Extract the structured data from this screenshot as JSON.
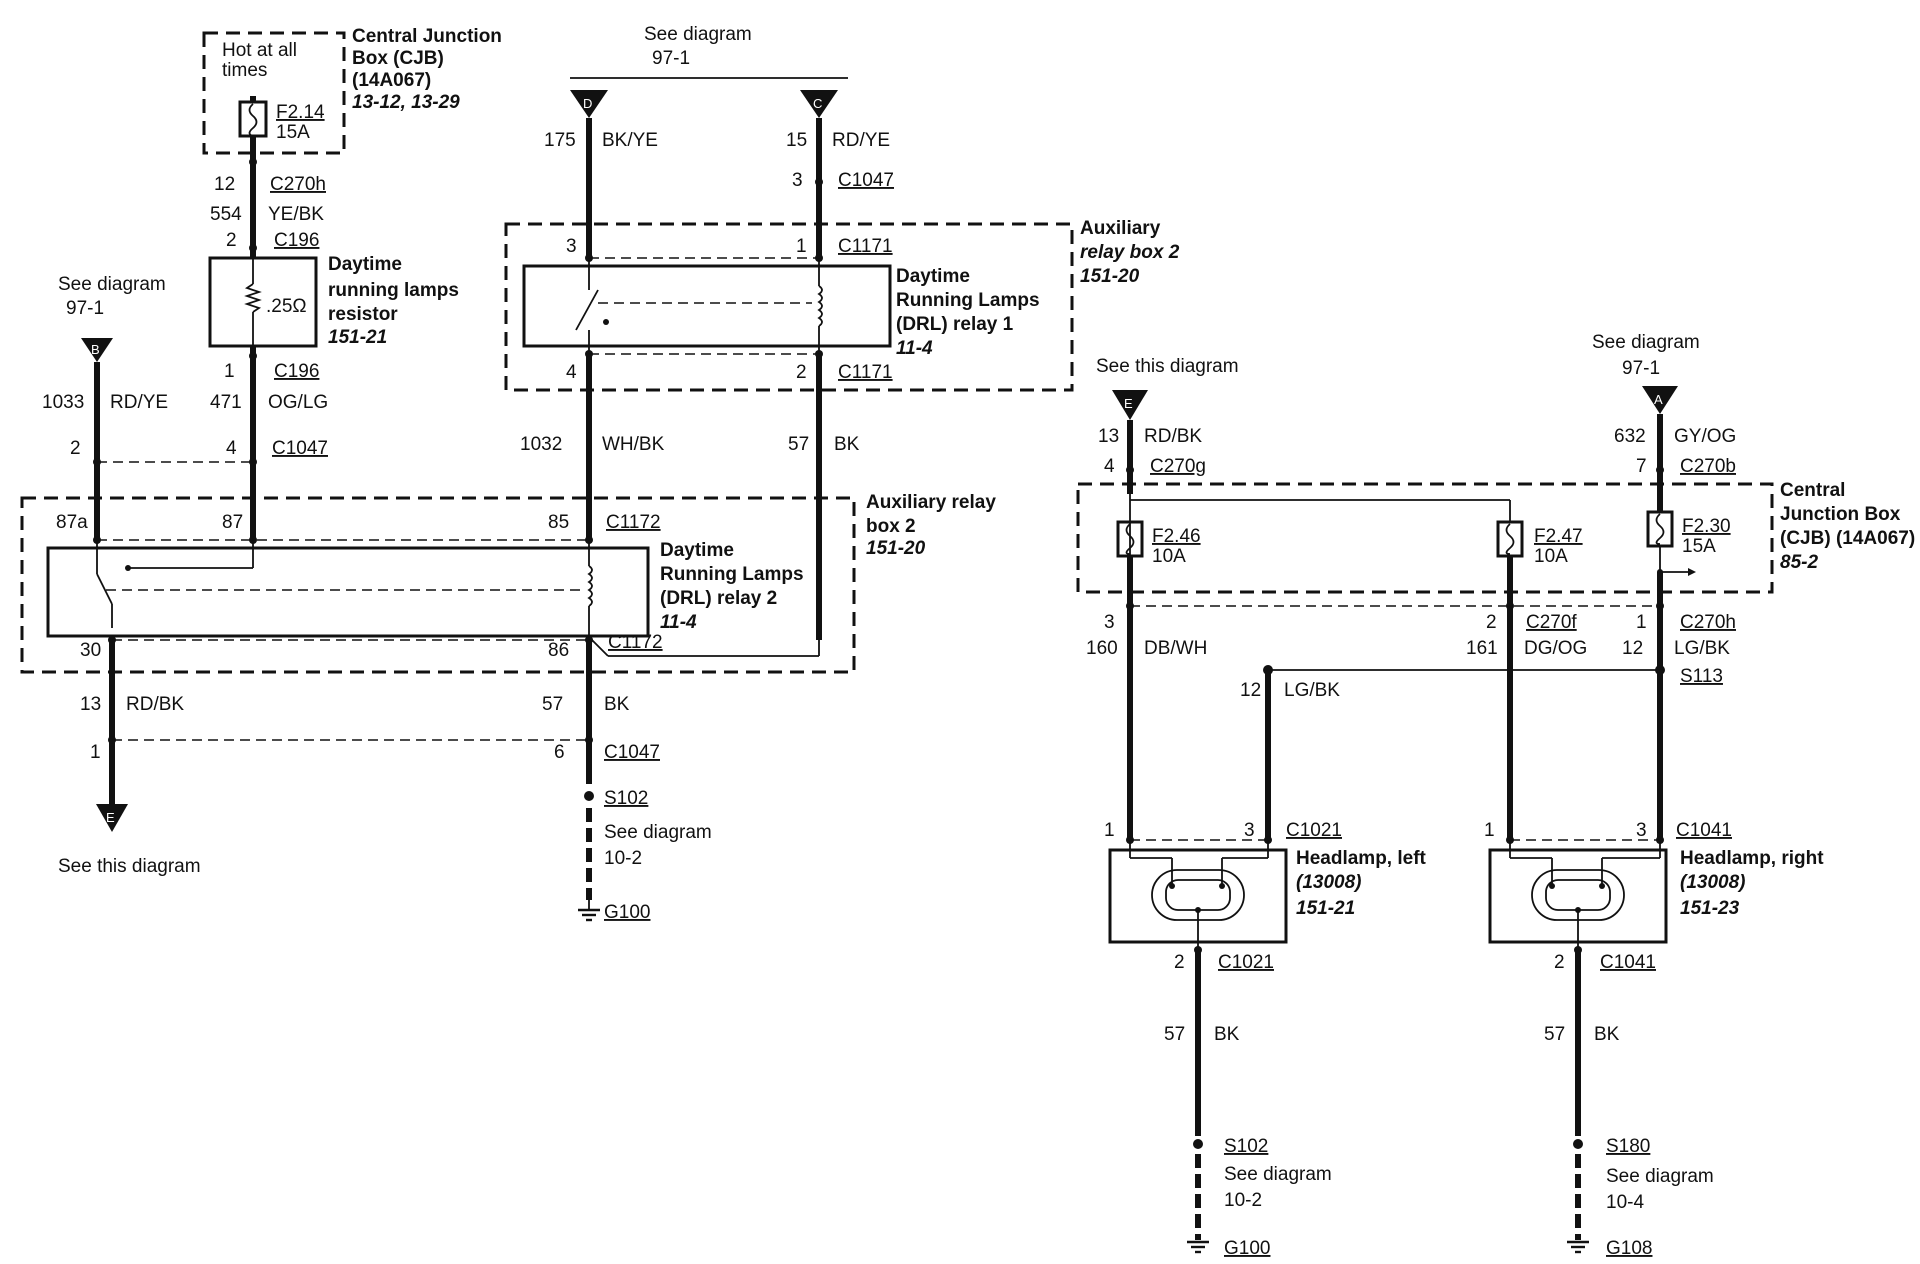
{
  "cjb_left": {
    "hot_label": [
      "Hot at all",
      "times"
    ],
    "fuse_id": "F2.14",
    "fuse_amp": "15A",
    "title": [
      "Central Junction",
      "Box (CJB)",
      "(14A067)"
    ],
    "ref": "13-12, 13-29"
  },
  "resistor_wire": {
    "pin_top": "12",
    "conn_top": "C270h",
    "circuit": "554",
    "color": "YE/BK",
    "pin_c196": "2",
    "conn_c196": "C196",
    "value": ".25Ω",
    "title": [
      "Daytime",
      "running lamps",
      "resistor"
    ],
    "ref": "151-21",
    "pin_bottom": "1",
    "conn_bottom": "C196",
    "out_circuit": "471",
    "out_color": "OG/LG",
    "pin_c1047": "4",
    "conn_c1047": "C1047",
    "pin_87": "87"
  },
  "left_feed": {
    "see": "See diagram",
    "page": "97-1",
    "letter": "B",
    "circuit": "1033",
    "color": "RD/YE",
    "pin_c1047": "2",
    "pin_87a": "87a"
  },
  "top_feed": {
    "see": "See diagram",
    "page": "97-1",
    "letter_d": "D",
    "letter_c": "C",
    "d_circuit": "175",
    "d_color": "BK/YE",
    "c_circuit": "15",
    "c_color": "RD/YE",
    "c_pin": "3",
    "c_conn": "C1047"
  },
  "relay1": {
    "box_title": [
      "Auxiliary",
      "relay box 2"
    ],
    "box_ref": "151-20",
    "pin3": "3",
    "pin1": "1",
    "conn_top": "C1171",
    "title": [
      "Daytime",
      "Running Lamps",
      "(DRL) relay 1"
    ],
    "ref": "11-4",
    "pin4": "4",
    "pin2": "2",
    "conn_bottom": "C1171"
  },
  "mid_wires": {
    "a_circuit": "1032",
    "a_color": "WH/BK",
    "b_circuit": "57",
    "b_color": "BK"
  },
  "relay2": {
    "box_title": [
      "Auxiliary relay",
      "box 2"
    ],
    "box_ref": "151-20",
    "pin85": "85",
    "conn_top": "C1172",
    "title": [
      "Daytime",
      "Running Lamps",
      "(DRL) relay 2"
    ],
    "ref": "11-4",
    "pin30": "30",
    "pin86": "86",
    "conn_bottom": "C1172"
  },
  "bottom_left": {
    "circuit": "13",
    "color": "RD/BK",
    "pin1": "1",
    "letter": "E",
    "see": "See this diagram",
    "gnd_circuit": "57",
    "gnd_color": "BK",
    "pin6": "6",
    "conn": "C1047",
    "splice": "S102",
    "see2": "See diagram",
    "page2": "10-2",
    "ground": "G100"
  },
  "right_feeds": {
    "e_see": "See this diagram",
    "e_letter": "E",
    "e_circuit": "13",
    "e_color": "RD/BK",
    "e_pin": "4",
    "e_conn": "C270g",
    "a_see": "See diagram",
    "a_page": "97-1",
    "a_letter": "A",
    "a_circuit": "632",
    "a_color": "GY/OG",
    "a_pin": "7",
    "a_conn": "C270b"
  },
  "cjb_right": {
    "f1_id": "F2.46",
    "f1_amp": "10A",
    "f2_id": "F2.47",
    "f2_amp": "10A",
    "f3_id": "F2.30",
    "f3_amp": "15A",
    "title": [
      "Central",
      "Junction Box",
      "(CJB) (14A067)"
    ],
    "ref": "85-2",
    "p1": "3",
    "p2": "2",
    "p2_conn": "C270f",
    "p3": "1",
    "p3_conn": "C270h"
  },
  "right_wires": {
    "l_circuit": "160",
    "l_color": "DB/WH",
    "r_circuit": "161",
    "r_color": "DG/OG",
    "s_circuit": "12",
    "s_color": "LG/BK",
    "splice": "S113",
    "j_circuit": "12",
    "j_color": "LG/BK"
  },
  "headlamp_left": {
    "pin1": "1",
    "pin3": "3",
    "conn": "C1021",
    "title": [
      "Headlamp, left",
      "(13008)"
    ],
    "ref": "151-21",
    "pin2": "2",
    "conn2": "C1021",
    "circuit": "57",
    "color": "BK",
    "splice": "S102",
    "see": "See diagram",
    "page": "10-2",
    "ground": "G100"
  },
  "headlamp_right": {
    "pin1": "1",
    "pin3": "3",
    "conn": "C1041",
    "title": [
      "Headlamp, right",
      "(13008)"
    ],
    "ref": "151-23",
    "pin2": "2",
    "conn2": "C1041",
    "circuit": "57",
    "color": "BK",
    "splice": "S180",
    "see": "See diagram",
    "page": "10-4",
    "ground": "G108"
  }
}
